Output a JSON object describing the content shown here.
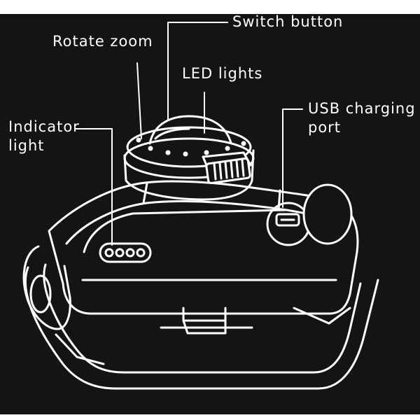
{
  "colors": {
    "background": "#141414",
    "page": "#ffffff",
    "line": "#ffffff"
  },
  "labels": {
    "switch_button": "Switch button",
    "rotate_zoom": "Rotate zoom",
    "led_lights": "LED lights",
    "indicator_light": "Indicator\nlight",
    "usb_charging_port": "USB charging\nport"
  }
}
